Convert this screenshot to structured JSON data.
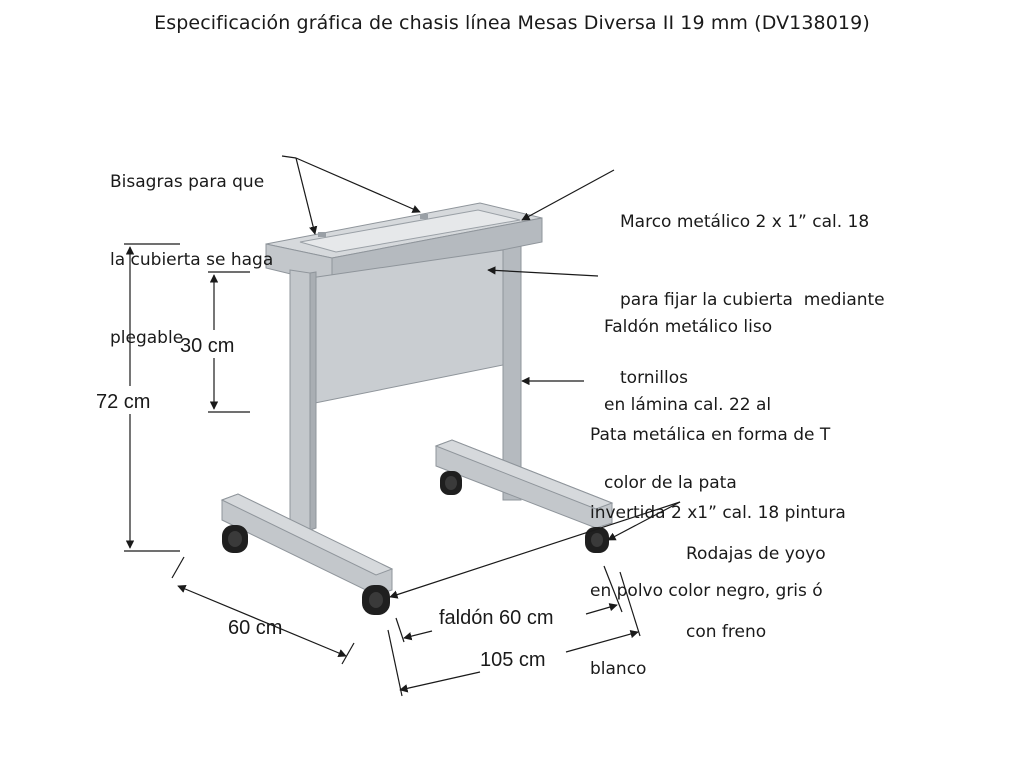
{
  "title": "Especificación gráfica de chasis línea Mesas Diversa II 19 mm (DV138019)",
  "annotations": {
    "hinges": [
      "Bisagras para que",
      "la cubierta se haga",
      "plegable"
    ],
    "frame": [
      "Marco metálico 2 x 1” cal. 18",
      "para fijar la cubierta  mediante",
      "tornillos"
    ],
    "skirt": [
      "Faldón metálico liso",
      "en lámina cal. 22 al",
      "color de la pata"
    ],
    "leg": [
      "Pata metálica en forma de T",
      "invertida 2 x1” cal. 18 pintura",
      "en polvo color negro, gris ó",
      "blanco"
    ],
    "casters": [
      "Rodajas de yoyo",
      "con freno"
    ]
  },
  "dimensions": {
    "skirt_height": "30 cm",
    "total_height": "72 cm",
    "depth": "60 cm",
    "skirt_width": "faldón 60 cm",
    "total_width": "105 cm"
  },
  "colors": {
    "frame_light": "#c9cdd1",
    "frame_mid": "#b5babf",
    "frame_dark": "#9aa0a6",
    "caster": "#1f1f1f",
    "line": "#1a1a1a"
  }
}
